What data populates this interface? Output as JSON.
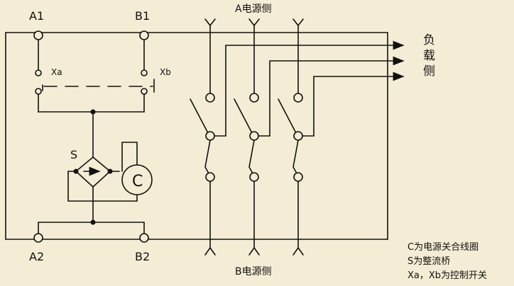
{
  "colors": {
    "background": "#f4ecd4",
    "line": "#111111"
  },
  "labels": {
    "a1": "A1",
    "b1": "B1",
    "a2": "A2",
    "b2": "B2",
    "xa": "Xa",
    "xb": "Xb",
    "s": "S",
    "c": "C",
    "top_side": "A电源侧",
    "bottom_side": "B电源侧",
    "load_side": "负载侧"
  },
  "notes": [
    "C为电源关合线圈",
    "S为整流桥",
    "Xa，Xb为控制开关"
  ]
}
